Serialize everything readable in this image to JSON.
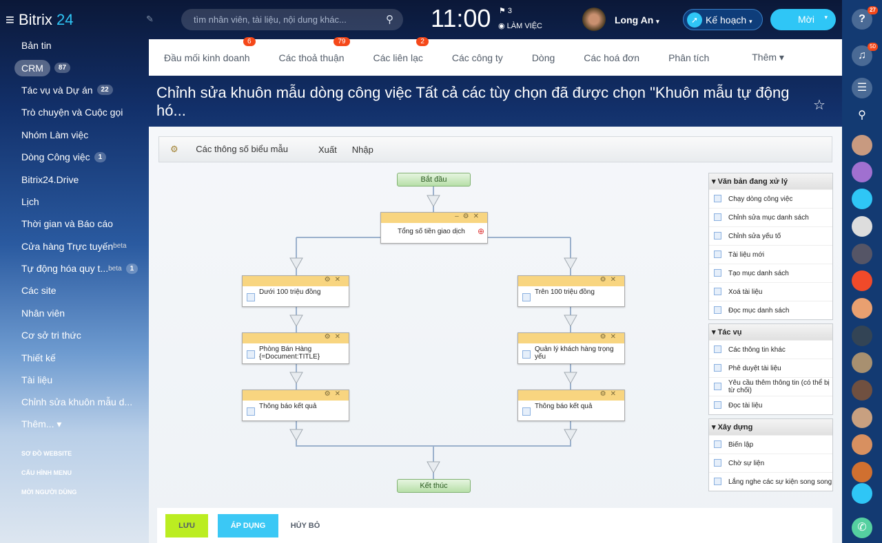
{
  "header": {
    "logo": "Bitrix",
    "logo_num": "24",
    "search_placeholder": "tìm nhân viên, tài liệu, nội dung khác...",
    "clock": "11:00",
    "flag_count": "3",
    "work_status": "LÀM VIỆC",
    "user": "Long An",
    "plan": "Kế hoạch",
    "invite": "Mời"
  },
  "sidebar": {
    "items": [
      {
        "label": "Bản tin"
      },
      {
        "label": "CRM",
        "count": "87"
      },
      {
        "label": "Tác vụ và Dự án",
        "count": "22"
      },
      {
        "label": "Trò chuyện và Cuộc gọi"
      },
      {
        "label": "Nhóm Làm việc"
      },
      {
        "label": "Dòng Công việc",
        "count": "1"
      },
      {
        "label": "Bitrix24.Drive"
      },
      {
        "label": "Lịch"
      },
      {
        "label": "Thời gian và Báo cáo"
      },
      {
        "label": "Cửa hàng Trực tuyến",
        "beta": "beta"
      },
      {
        "label": "Tự động hóa quy t...",
        "beta": "beta",
        "count": "1"
      },
      {
        "label": "Các site"
      },
      {
        "label": "Nhân viên"
      },
      {
        "label": "Cơ sở tri thức"
      },
      {
        "label": "Thiết kế"
      },
      {
        "label": "Tài liệu"
      },
      {
        "label": "Chỉnh sửa khuôn mẫu d..."
      },
      {
        "label": "Thêm... ▾"
      }
    ],
    "small": [
      "SƠ ĐỒ WEBSITE",
      "CẤU HÌNH MENU",
      "MỜI NGƯỜI DÙNG"
    ]
  },
  "tabs": [
    {
      "label": "Đầu mối kinh doanh",
      "badge": "6"
    },
    {
      "label": "Các thoả thuận",
      "badge": "79"
    },
    {
      "label": "Các liên lạc",
      "badge": "2"
    },
    {
      "label": "Các công ty"
    },
    {
      "label": "Dòng"
    },
    {
      "label": "Các hoá đơn"
    },
    {
      "label": "Phân tích"
    },
    {
      "label": "Thêm ▾"
    }
  ],
  "page_title": "Chỉnh sửa khuôn mẫu dòng công việc Tất cả các tùy chọn đã được chọn \"Khuôn mẫu tự động hó...",
  "toolbar": {
    "params": "Các thông số biểu mẫu",
    "export": "Xuất",
    "import": "Nhập"
  },
  "flow": {
    "start": "Bắt đầu",
    "end": "Kết thúc",
    "condition": "Tổng số tiền giao dịch",
    "left": [
      "Dưới 100 triệu đồng",
      "Phòng Bán Hàng {=Document:TITLE}",
      "Thông báo kết quả"
    ],
    "right": [
      "Trên 100 triệu đồng",
      "Quản lý khách hàng trọng yếu",
      "Thông báo kết quả"
    ]
  },
  "panel": [
    {
      "title": "Văn bản đang xử lý",
      "items": [
        "Chạy dòng công việc",
        "Chỉnh sửa mục danh sách",
        "Chỉnh sửa yếu tố",
        "Tài liệu mới",
        "Tạo mục danh sách",
        "Xoá tài liệu",
        "Đọc mục danh sách"
      ]
    },
    {
      "title": "Tác vụ",
      "items": [
        "Các thông tin khác",
        "Phê duyệt tài liệu",
        "Yêu cầu thêm thông tin (có thể bị từ chối)",
        "Đọc tài liệu"
      ]
    },
    {
      "title": "Xây dựng",
      "items": [
        "Biến lập",
        "Chờ sự liện",
        "Lắng nghe các sự kiện song song"
      ]
    }
  ],
  "footer": {
    "save": "LƯU",
    "apply": "ÁP DỤNG",
    "cancel": "HỦY BỎ"
  },
  "rail": {
    "help_badge": "27",
    "notify_badge": "50"
  },
  "colors": {
    "accent": "#2fc6f6",
    "save": "#bbed21",
    "badge": "#f54819",
    "block_header": "#f8d580"
  }
}
